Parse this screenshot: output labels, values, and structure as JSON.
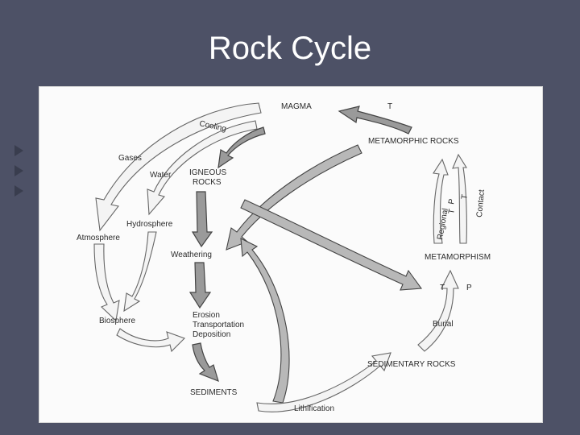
{
  "title": "Rock Cycle",
  "labels": {
    "magma": "MAGMA",
    "t_top": "T",
    "metamorphic_rocks": "METAMORPHIC ROCKS",
    "cooling": "Cooling",
    "gases": "Gases",
    "water": "Water",
    "igneous": "IGNEOUS",
    "rocks": "ROCKS",
    "hydrosphere": "Hydrosphere",
    "atmosphere": "Atmosphere",
    "weathering": "Weathering",
    "regional": "Regional",
    "contact": "Contact",
    "t_regional": "T",
    "p_regional": "P",
    "t_contact": "T",
    "metamorphism": "METAMORPHISM",
    "t_bottom": "T",
    "p_bottom": "P",
    "erosion": "Erosion",
    "transportation": "Transportation",
    "deposition": "Deposition",
    "biosphere": "Biosphere",
    "burial": "Burial",
    "sedimentary_rocks": "SEDIMENTARY ROCKS",
    "sediments": "SEDIMENTS",
    "lithification": "Lithification"
  }
}
